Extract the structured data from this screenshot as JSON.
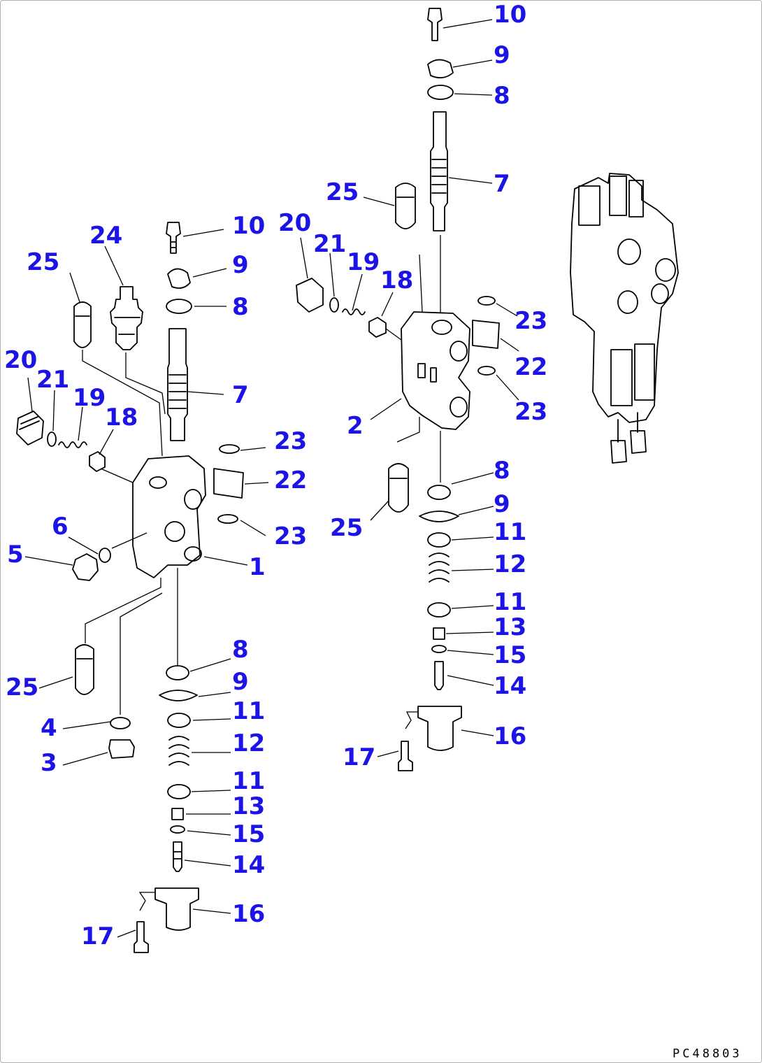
{
  "diagram": {
    "drawing_code": "PC48803",
    "callouts_left_assembly": [
      "1",
      "3",
      "4",
      "5",
      "6",
      "7",
      "8",
      "8",
      "9",
      "9",
      "10",
      "11",
      "11",
      "12",
      "13",
      "14",
      "15",
      "16",
      "17",
      "18",
      "19",
      "20",
      "21",
      "22",
      "23",
      "23",
      "24",
      "25",
      "25"
    ],
    "callouts_right_assembly": [
      "2",
      "7",
      "8",
      "8",
      "9",
      "9",
      "10",
      "11",
      "11",
      "12",
      "13",
      "14",
      "15",
      "16",
      "17",
      "18",
      "19",
      "20",
      "21",
      "22",
      "23",
      "23",
      "25",
      "25"
    ]
  }
}
